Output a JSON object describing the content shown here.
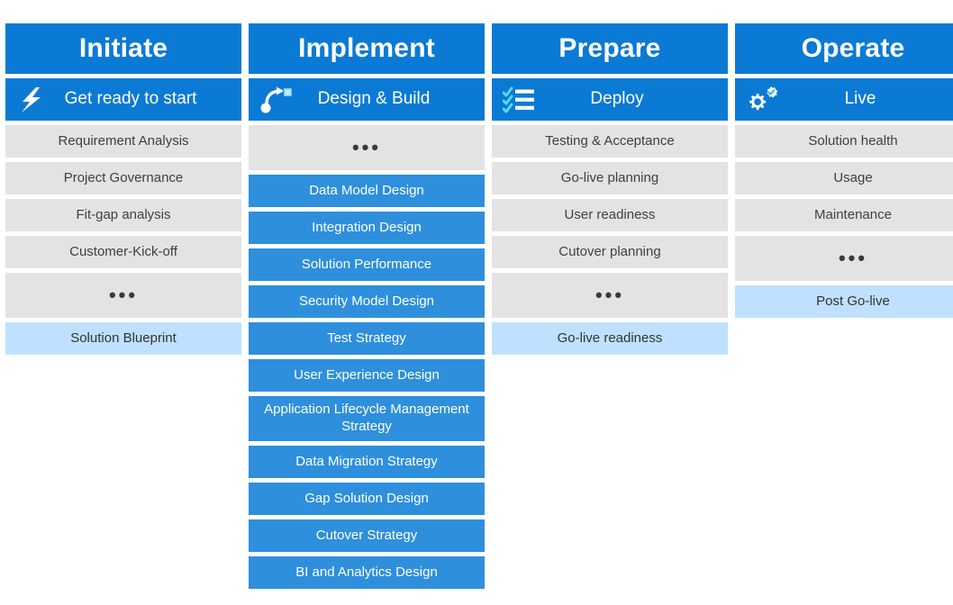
{
  "theme": {
    "header_blue": "#0b7ad4",
    "task_blue": "#2e8fdc",
    "task_grey": "#e3e3e3",
    "task_light_blue": "#bfe1ff",
    "text_dark": "#404040",
    "text_white": "#ffffff"
  },
  "ellipsis_glyph": "•••",
  "columns": [
    {
      "phase": "Initiate",
      "stage": {
        "label": "Get ready to start",
        "icon": "lightning-bolt-icon"
      },
      "tasks": [
        {
          "label": "Requirement Analysis",
          "style": "grey"
        },
        {
          "label": "Project Governance",
          "style": "grey"
        },
        {
          "label": "Fit-gap analysis",
          "style": "grey"
        },
        {
          "label": "Customer-Kick-off",
          "style": "grey"
        },
        {
          "label": "•••",
          "style": "grey",
          "kind": "ellipsis"
        },
        {
          "label": "Solution Blueprint",
          "style": "light"
        }
      ]
    },
    {
      "phase": "Implement",
      "stage": {
        "label": "Design & Build",
        "icon": "curved-arrow-to-square-icon"
      },
      "tasks": [
        {
          "label": "•••",
          "style": "grey",
          "kind": "ellipsis"
        },
        {
          "label": "Data Model Design",
          "style": "blue"
        },
        {
          "label": "Integration Design",
          "style": "blue"
        },
        {
          "label": "Solution Performance",
          "style": "blue"
        },
        {
          "label": "Security Model Design",
          "style": "blue"
        },
        {
          "label": "Test Strategy",
          "style": "blue"
        },
        {
          "label": "User Experience Design",
          "style": "blue"
        },
        {
          "label": "Application Lifecycle Management Strategy",
          "style": "blue",
          "kind": "tall"
        },
        {
          "label": "Data Migration Strategy",
          "style": "blue"
        },
        {
          "label": "Gap Solution Design",
          "style": "blue"
        },
        {
          "label": "Cutover Strategy",
          "style": "blue"
        },
        {
          "label": "BI and Analytics Design",
          "style": "blue"
        }
      ]
    },
    {
      "phase": "Prepare",
      "stage": {
        "label": "Deploy",
        "icon": "checklist-icon"
      },
      "tasks": [
        {
          "label": "Testing & Acceptance",
          "style": "grey"
        },
        {
          "label": "Go-live planning",
          "style": "grey"
        },
        {
          "label": "User readiness",
          "style": "grey"
        },
        {
          "label": "Cutover planning",
          "style": "grey"
        },
        {
          "label": "•••",
          "style": "grey",
          "kind": "ellipsis"
        },
        {
          "label": "Go-live readiness",
          "style": "light"
        }
      ]
    },
    {
      "phase": "Operate",
      "stage": {
        "label": "Live",
        "icon": "gear-with-check-badge-icon"
      },
      "tasks": [
        {
          "label": "Solution health",
          "style": "grey"
        },
        {
          "label": "Usage",
          "style": "grey"
        },
        {
          "label": "Maintenance",
          "style": "grey"
        },
        {
          "label": "•••",
          "style": "grey",
          "kind": "ellipsis"
        },
        {
          "label": "Post Go-live",
          "style": "light"
        }
      ]
    }
  ]
}
